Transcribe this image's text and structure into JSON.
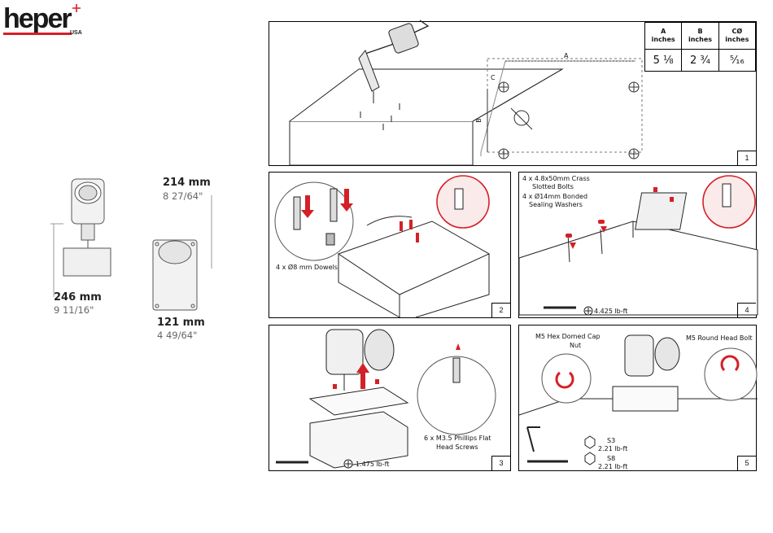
{
  "logo": {
    "brand": "heper",
    "sub": "USA"
  },
  "colors": {
    "accent": "#d42027",
    "line": "#1a1a1a"
  },
  "dimensions": {
    "height_mm": "214 mm",
    "height_in": "8 27/64\"",
    "overall_mm": "246 mm",
    "overall_in": "9 11/16\"",
    "width_mm": "121 mm",
    "width_in": "4 49/64\""
  },
  "table": {
    "headers": [
      {
        "letter": "A",
        "unit": "inches"
      },
      {
        "letter": "B",
        "unit": "inches"
      },
      {
        "letter": "CØ",
        "unit": "inches"
      }
    ],
    "values": [
      "5 ⅛",
      "2 ¾",
      "⁵⁄₁₆"
    ]
  },
  "panel1": {
    "number": "1",
    "label_a": "A",
    "label_b": "B",
    "label_c": "C"
  },
  "panel2": {
    "number": "2",
    "dowels": "4 x Ø8 mm Dowels"
  },
  "panel3": {
    "number": "3",
    "screws_l1": "6 x M3.5 Phillips Flat",
    "screws_l2": "Head Screws",
    "torque": "1.475 lb-ft"
  },
  "panel4": {
    "number": "4",
    "bolts_l1": "4 x 4.8x50mm Crass",
    "bolts_l2": "Slotted Bolts",
    "washers_l1": "4 x Ø14mm Bonded",
    "washers_l2": "Sealing Washers",
    "torque": "4.425 lb-ft"
  },
  "panel5": {
    "number": "5",
    "nut_l1": "M5 Hex Domed Cap",
    "nut_l2": "Nut",
    "bolt": "M5 Round Head Bolt",
    "s3": "S3",
    "s3_torque": "2.21 lb-ft",
    "s8": "S8",
    "s8_torque": "2.21 lb-ft"
  }
}
